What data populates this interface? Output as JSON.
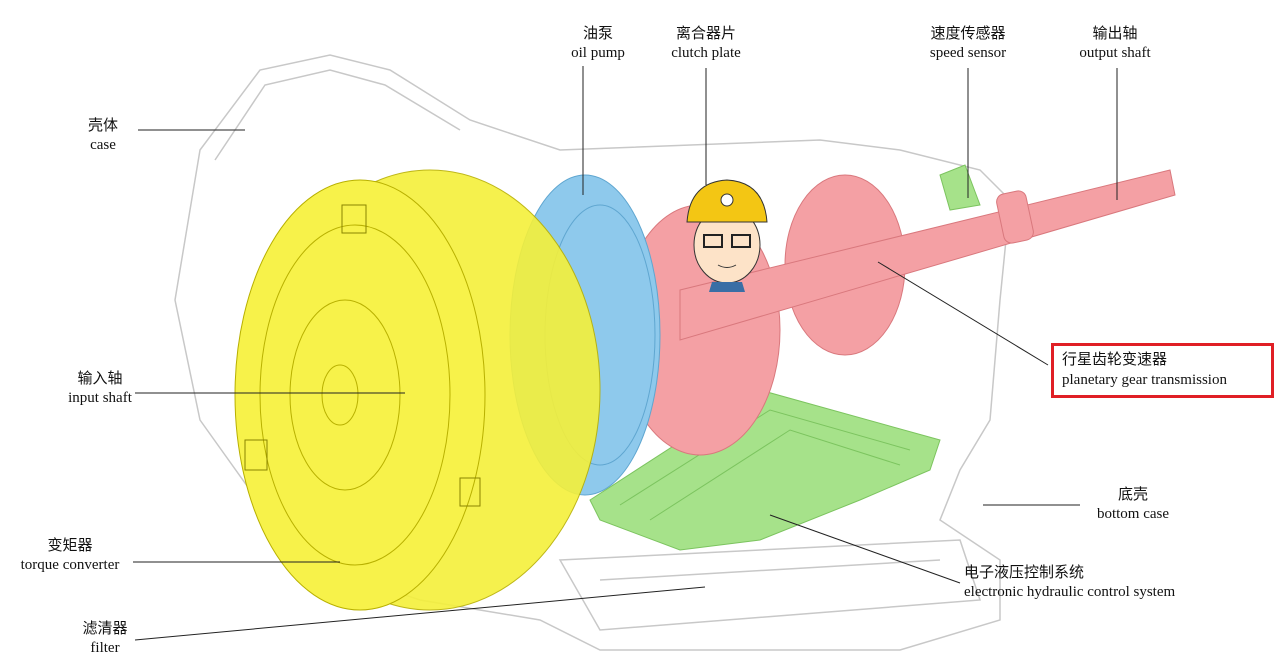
{
  "labels": {
    "case": {
      "zh": "壳体",
      "en": "case"
    },
    "oil_pump": {
      "zh": "油泵",
      "en": "oil pump"
    },
    "clutch_plate": {
      "zh": "离合器片",
      "en": "clutch plate"
    },
    "speed_sensor": {
      "zh": "速度传感器",
      "en": "speed sensor"
    },
    "output_shaft": {
      "zh": "输出轴",
      "en": "output shaft"
    },
    "planetary": {
      "zh": "行星齿轮变速器",
      "en": "planetary gear transmission"
    },
    "input_shaft": {
      "zh": "输入轴",
      "en": "input shaft"
    },
    "bottom_case": {
      "zh": "底壳",
      "en": "bottom case"
    },
    "torque_converter": {
      "zh": "变矩器",
      "en": "torque converter"
    },
    "hydraulic": {
      "zh": "电子液压控制系统",
      "en": "electronic hydraulic control system"
    },
    "filter": {
      "zh": "滤清器",
      "en": "filter"
    }
  },
  "colors": {
    "torque_converter": "#f5f03a",
    "oil_pump": "#8ec9ec",
    "planetary": "#f4a0a4",
    "hydraulic": "#a6e28a",
    "highlight": "#e01f25"
  }
}
